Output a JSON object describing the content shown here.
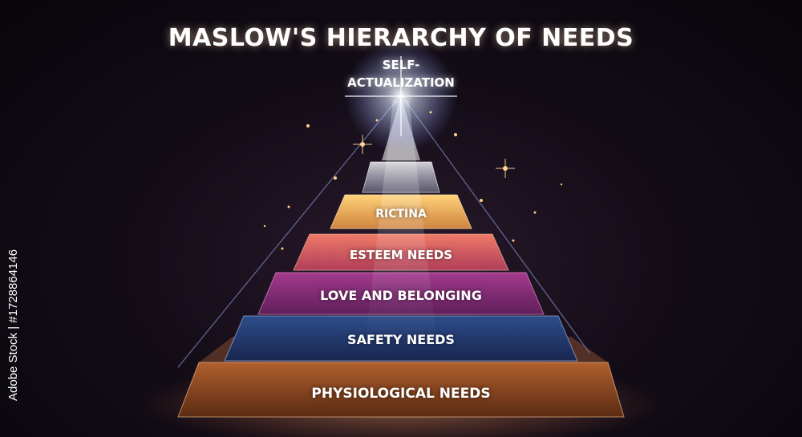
{
  "title": "MASLOW'S HIERARCHY OF NEEDS",
  "apex": {
    "line1": "SELF-",
    "line2": "ACTUALIZATION"
  },
  "tiers": [
    {
      "label": "RICTINA",
      "color": "#f2b455"
    },
    {
      "label": "ESTEEM NEEDS",
      "color": "#e66a5e"
    },
    {
      "label": "LOVE AND BELONGING",
      "color": "#c23f8f"
    },
    {
      "label": "SAFETY NEEDS",
      "color": "#3c5a98"
    },
    {
      "label": "PHYSIOLOGICAL NEEDS",
      "color": "#9a4a22"
    }
  ],
  "watermark": "Adobe Stock | #1728864146"
}
